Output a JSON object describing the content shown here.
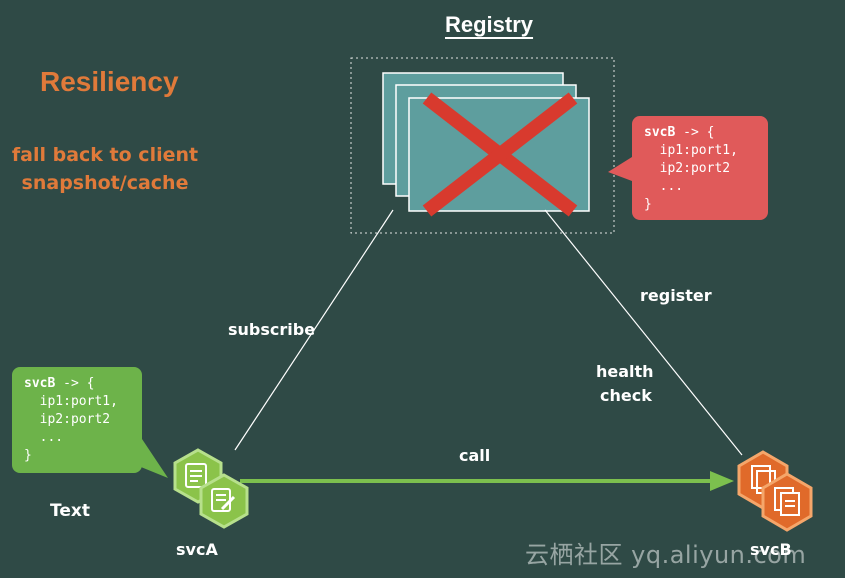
{
  "title": "Registry",
  "heading": "Resiliency",
  "strategy": {
    "line1": "fall back to client",
    "line2": "snapshot/cache"
  },
  "edges": {
    "subscribe": "subscribe",
    "register": "register",
    "health_line1": "health",
    "health_line2": "check",
    "call": "call"
  },
  "nodes": {
    "svca": "svcA",
    "svcb": "svcB",
    "text_label": "Text"
  },
  "registry_cache": {
    "line1_key": "svcB",
    "line1_rest": " -> {",
    "line2": "  ip1:port1,",
    "line3": "  ip2:port2",
    "line4": "  ...",
    "line5": "}"
  },
  "client_cache": {
    "line1_key": "svcB",
    "line1_rest": " -> {",
    "line2": "  ip1:port1,",
    "line3": "  ip2:port2",
    "line4": "  ...",
    "line5": "}"
  },
  "watermark": "云栖社区 yq.aliyun.com",
  "colors": {
    "background": "#2f4a46",
    "accent_orange": "#e07a3a",
    "registry_fill": "#5e9e9e",
    "failure_x": "#d83a2e",
    "bubble_red": "#e05a5a",
    "bubble_green": "#6db34a",
    "call_arrow": "#7cc04e",
    "svcb_orange": "#e06a2a"
  }
}
